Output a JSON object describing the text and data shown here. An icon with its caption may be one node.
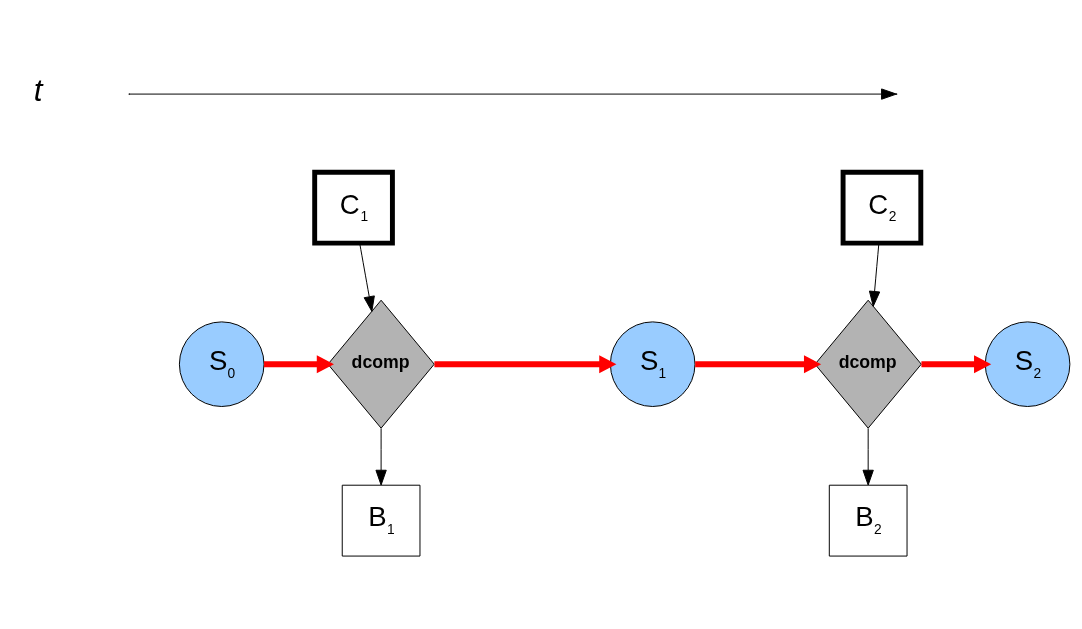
{
  "diagram": {
    "nodes": [
      {
        "text": [
          "C$_{1}$"
        ]
      },
      {
        "text": [
          "C$_{2}$"
        ]
      },
      {
        "text": [
          "S$_{0}$"
        ]
      },
      {
        "text": [
          "dcomp"
        ]
      },
      {
        "text": [
          "S$_{1}$"
        ]
      },
      {
        "text": [
          "dcomp"
        ]
      },
      {
        "text": [
          "S$_{2}$"
        ]
      },
      {
        "text": [
          "B$_{1}$"
        ]
      },
      {
        "text": [
          "B$_{2}$"
        ]
      }
    ],
    "edges": [
      {
        "from": 0,
        "to": 3,
        "arrow": "to"
      },
      {
        "from": 1,
        "to": 5,
        "arrow": "to"
      },
      {
        "from": 2,
        "to": 3,
        "arrow": "to",
        "style": "thick",
        "color": "#ff0000"
      },
      {
        "from": 3,
        "to": 4,
        "arrow": "to",
        "style": "thick",
        "color": "#ff0000"
      },
      {
        "from": 4,
        "to": 5,
        "arrow": "to",
        "style": "thick",
        "color": "#ff0000"
      },
      {
        "from": 5,
        "to": 6,
        "arrow": "to",
        "style": "thick",
        "color": "#ff0000"
      },
      {
        "from": 3,
        "to": 7,
        "arrow": "to"
      },
      {
        "from": 5,
        "to": 8,
        "arrow": "to"
      }
    ],
    "labels": [
      "t"
    ]
  }
}
